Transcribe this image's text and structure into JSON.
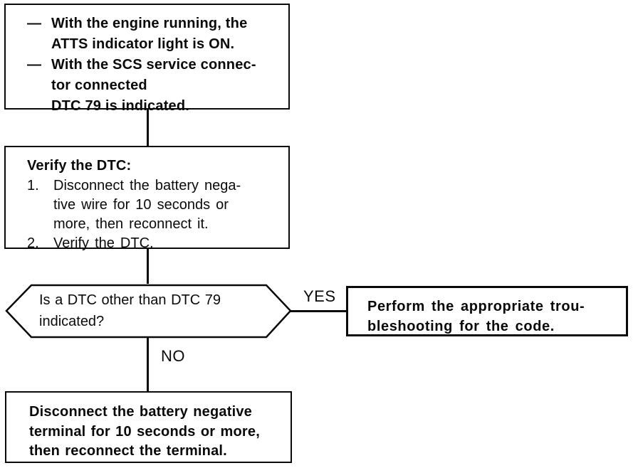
{
  "diagram": {
    "type": "troubleshooting-flowchart",
    "background_color": "#ffffff",
    "ink_color": "#0a0a0a"
  },
  "nodes": {
    "symptom_box": {
      "items": [
        {
          "marker": "—",
          "text": "With the engine running, the\nATTS indicator light is ON."
        },
        {
          "marker": "—",
          "text": "With the SCS service connec-\ntor connected\nDTC 79 is indicated."
        }
      ]
    },
    "verify_box": {
      "heading": "Verify the DTC:",
      "steps": [
        {
          "number": "1.",
          "text": "Disconnect the battery nega-\ntive wire for 10 seconds or\nmore, then reconnect it."
        },
        {
          "number": "2.",
          "text": "Verify the DTC."
        }
      ]
    },
    "decision": {
      "question": "Is a DTC other than DTC 79\nindicated?"
    },
    "yes_result_box": {
      "text": "Perform the appropriate trou-\nbleshooting for the code."
    },
    "no_result_box": {
      "text": "Disconnect the battery negative\nterminal for 10 seconds or more,\nthen reconnect the terminal."
    }
  },
  "labels": {
    "yes": "YES",
    "no": "NO"
  }
}
